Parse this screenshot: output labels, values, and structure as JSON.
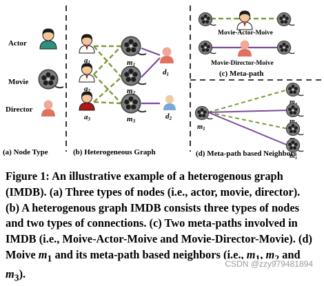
{
  "panels": {
    "a": {
      "node_labels": [
        "Actor",
        "Movie",
        "Director"
      ],
      "caption": "(a) Node Type"
    },
    "b": {
      "actors": [
        {
          "base": "a",
          "sub": "1"
        },
        {
          "base": "a",
          "sub": "2"
        },
        {
          "base": "a",
          "sub": "3"
        }
      ],
      "movies": [
        {
          "base": "m",
          "sub": "1"
        },
        {
          "base": "m",
          "sub": "2"
        },
        {
          "base": "m",
          "sub": "3"
        }
      ],
      "directors": [
        {
          "base": "d",
          "sub": "1"
        },
        {
          "base": "d",
          "sub": "2"
        }
      ],
      "caption": "(b) Heterogeneous Graph"
    },
    "c": {
      "path1": "Movie-Actor-Moive",
      "path2": "Movie-Director-Moive",
      "caption": "(c) Meta-path"
    },
    "d": {
      "center": {
        "base": "m",
        "sub": "1"
      },
      "neighbors": [
        {
          "base": "m",
          "sub": "2"
        },
        {
          "base": "m",
          "sub": "2"
        },
        {
          "base": "m",
          "sub": "3"
        },
        {
          "base": "m",
          "sub": "1"
        }
      ],
      "caption": "(d) Meta-path based Neighbors"
    }
  },
  "caption": {
    "line1": "Figure 1: An illustrative example of a heterogenous graph",
    "line2": "(IMDB). (a) Three types of nodes (i.e., actor, movie, director).",
    "line3": "(b) A heterogenous graph IMDB consists three types of nodes",
    "line4": "and two types of connections. (c) Two meta-paths involved in",
    "line5": "IMDB (i.e., Moive-Actor-Moive and Movie-Director-Movie). (d)",
    "line6_pre": "Moive ",
    "line6_mid": " and its meta-path based neighbors (i.e., ",
    "line6_sep1": ", ",
    "line6_sep2": " and",
    "line7_post": ").",
    "m_base": "m",
    "m1_sub": "1",
    "m2_sub": "2",
    "m3_sub": "3"
  },
  "watermark": "CSDN @zzy979481894",
  "colors": {
    "actor_edge": "#7a9a3c",
    "director_edge": "#7a4a9c",
    "actor_shirt": "#2f8f7f",
    "actor_shirt_3": "#b01818",
    "director_body": "#e07060",
    "director_body_2": "#7aa8d8",
    "film_reel": "#555555"
  },
  "icons": [
    "person-icon",
    "film-reel-icon",
    "director-icon"
  ]
}
